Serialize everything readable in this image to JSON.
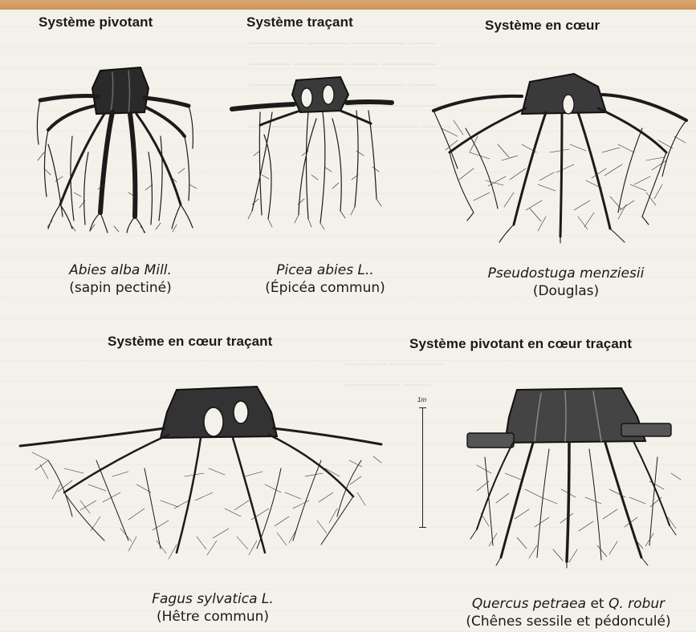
{
  "panels": [
    {
      "id": "abies",
      "heading": "Système pivotant",
      "scientific": "Abies alba Mill.",
      "common": "(sapin pectiné)"
    },
    {
      "id": "picea",
      "heading": "Système traçant",
      "scientific": "Picea abies L..",
      "common": "(Épicéa commun)"
    },
    {
      "id": "douglas",
      "heading": "Système en cœur",
      "scientific": "Pseudostuga menziesii",
      "common": "(Douglas)"
    },
    {
      "id": "fagus",
      "heading": "Système en cœur traçant",
      "scientific": "Fagus sylvatica L.",
      "common": "(Hêtre commun)"
    },
    {
      "id": "quercus",
      "heading": "Système pivotant en cœur traçant",
      "scientific_a": "Quercus petraea",
      "scientific_join": "et",
      "scientific_b": "Q. robur",
      "common": "(Chênes sessile et pédonculé)"
    }
  ],
  "scale_bar": {
    "label": "1m"
  },
  "colors": {
    "ink": "#1a1a1a",
    "paper": "#f4f1ea",
    "band": "#d29a5c"
  }
}
